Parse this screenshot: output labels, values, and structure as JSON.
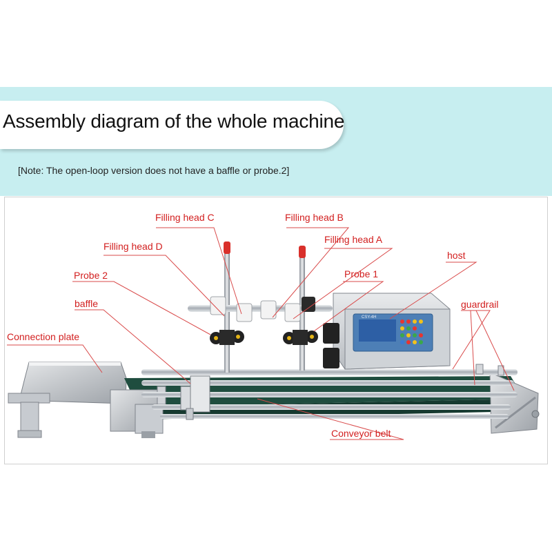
{
  "header": {
    "title": "Assembly diagram of the whole machine",
    "note": "[Note: The open-loop version does not have a baffle or probe.2]"
  },
  "labels": {
    "filling_head_c": "Filling head C",
    "filling_head_b": "Filling head B",
    "filling_head_a": "Filling head A",
    "filling_head_d": "Filling head D",
    "host": "host",
    "probe_2": "Probe 2",
    "probe_1": "Probe 1",
    "baffle": "baffle",
    "guardrail": "guardrail",
    "connection_plate": "Connection plate",
    "conveyor_belt": "Conveyor belt"
  },
  "controller": {
    "model_text": "CSY-4H",
    "keypad_colors": [
      "#e8342f",
      "#f2c21b",
      "#3aa84a",
      "#3a7bd5"
    ]
  },
  "colors": {
    "band": "#c7eef0",
    "label_red": "#d21e1e",
    "belt_green": "#1f4d3f",
    "steel": "#b9bec4"
  }
}
